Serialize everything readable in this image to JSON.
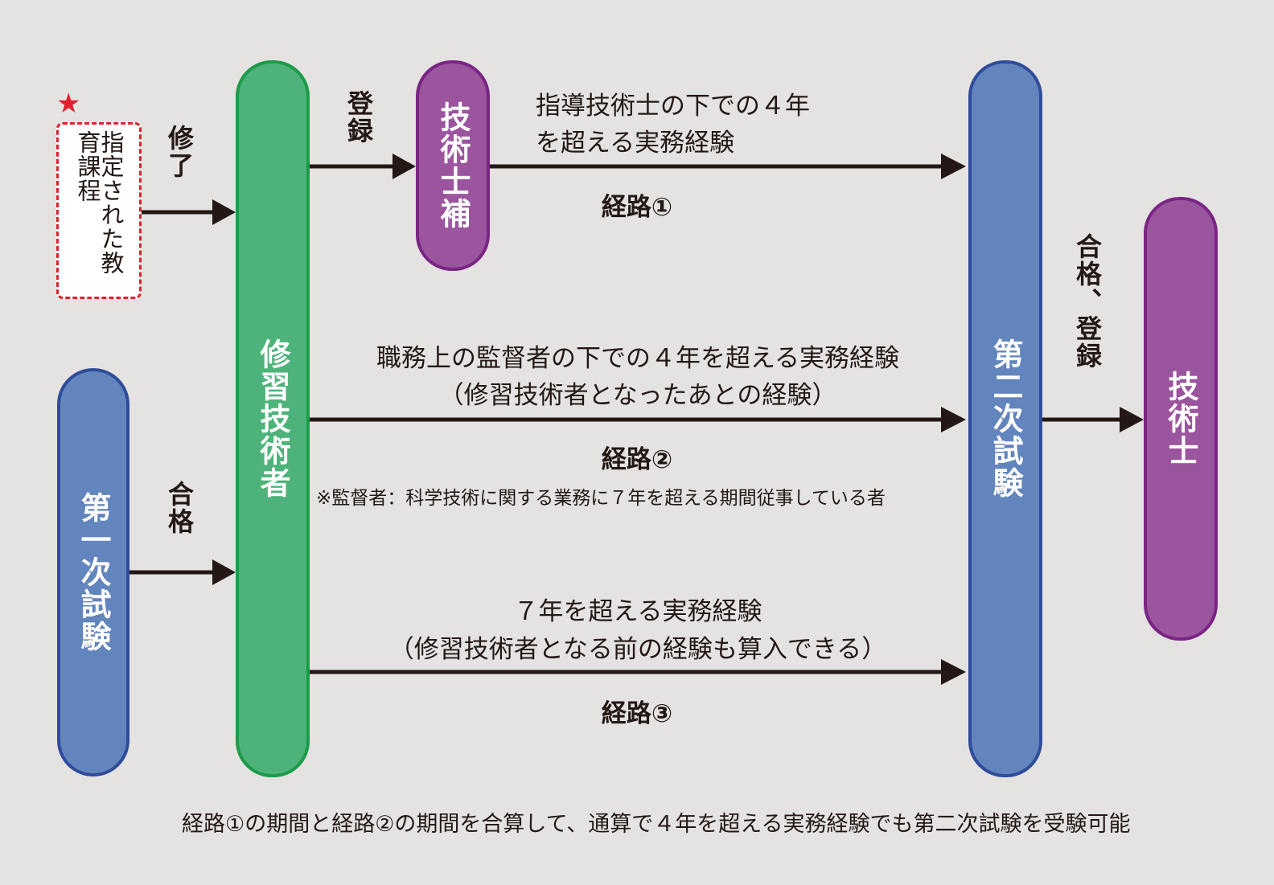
{
  "nodes": {
    "designated_course": "指定された教育課程",
    "first_exam": "第一次試験",
    "trainee": "修習技術者",
    "assistant": "技術士補",
    "second_exam": "第二次試験",
    "engineer": "技術士"
  },
  "edges": {
    "complete": "修了",
    "pass": "合格",
    "register": "登録",
    "pass_register": "合格、登録"
  },
  "routes": {
    "route1": {
      "label": "経路①",
      "line1": "指導技術士の下での４年",
      "line2": "を超える実務経験"
    },
    "route2": {
      "label": "経路②",
      "line1": "職務上の監督者の下での４年を超える実務経験",
      "line2": "（修習技術者となったあとの経験）",
      "note": "※監督者：科学技術に関する業務に７年を超える期間従事している者"
    },
    "route3": {
      "label": "経路③",
      "line1": "７年を超える実務経験",
      "line2": "（修習技術者となる前の経験も算入できる）"
    }
  },
  "footnote": "経路①の期間と経路②の期間を合算して、通算で４年を超える実務経験でも第二次試験を受験可能",
  "marker": "★",
  "colors": {
    "green": "#4db37a",
    "blue": "#6385bd",
    "purple": "#9b549e",
    "dashed_border": "#e0202e",
    "arrow": "#231815",
    "background": "#e4e3e2"
  }
}
